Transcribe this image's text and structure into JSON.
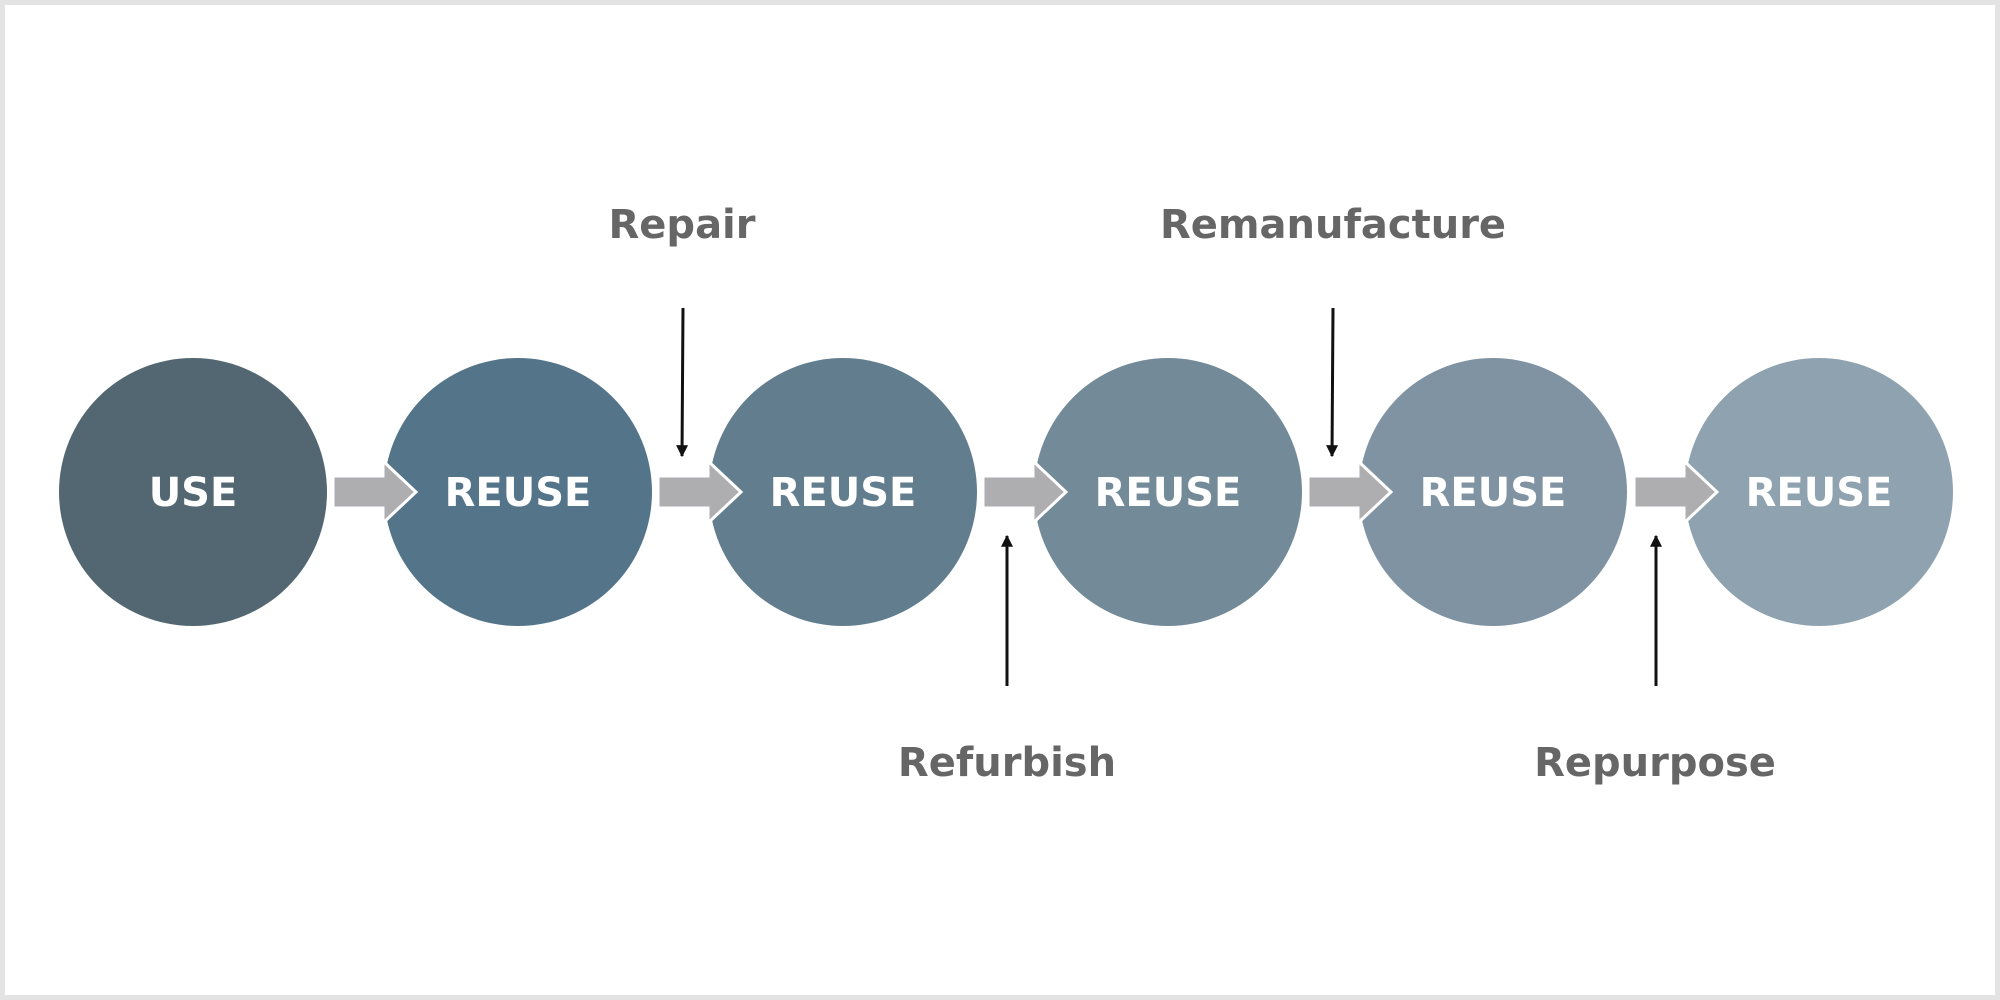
{
  "diagram": {
    "stages": [
      {
        "label": "USE",
        "color": "#536772"
      },
      {
        "label": "REUSE",
        "color": "#537489"
      },
      {
        "label": "REUSE",
        "color": "#627d8e"
      },
      {
        "label": "REUSE",
        "color": "#738a98"
      },
      {
        "label": "REUSE",
        "color": "#8093a2"
      },
      {
        "label": "REUSE",
        "color": "#8fa2af"
      }
    ],
    "processes": [
      {
        "label": "Repair",
        "direction": "down"
      },
      {
        "label": "Refurbish",
        "direction": "up"
      },
      {
        "label": "Remanufacture",
        "direction": "down"
      },
      {
        "label": "Repurpose",
        "direction": "up"
      }
    ],
    "colors": {
      "flow_arrow": "#aeadb0",
      "pointer": "#111111",
      "process_text": "#666666",
      "stage_text": "#ffffff"
    }
  }
}
